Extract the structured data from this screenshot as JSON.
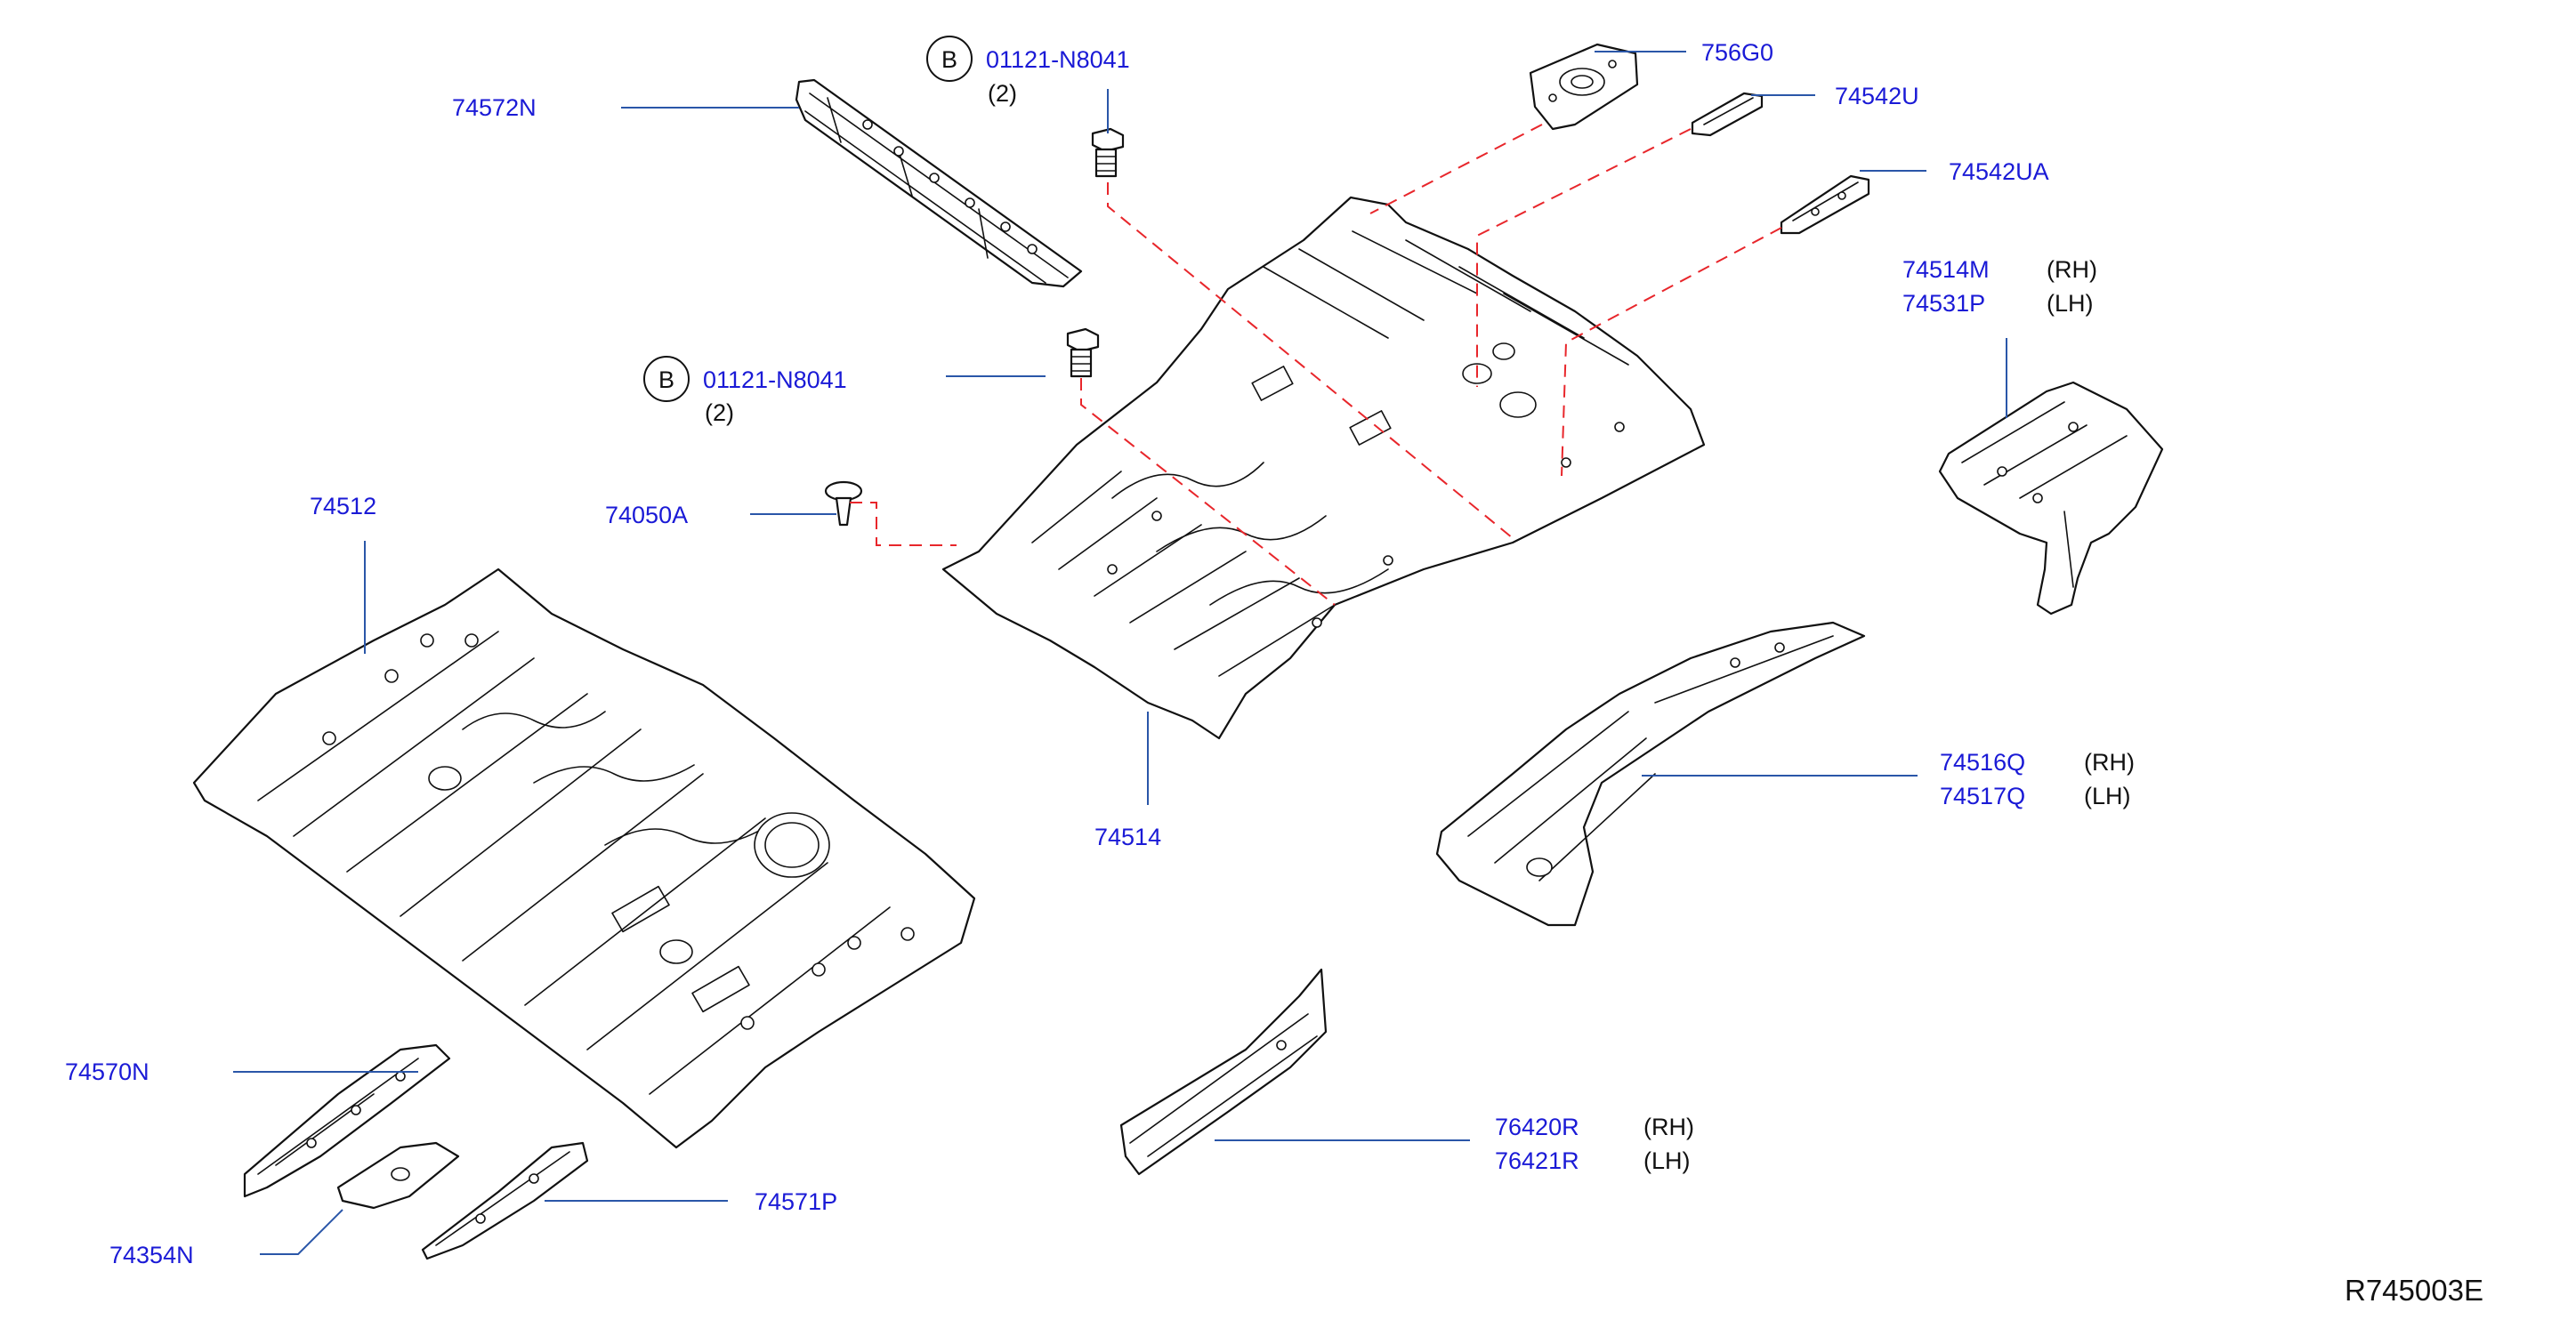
{
  "parts": {
    "p74572N": "74572N",
    "bolt_top": "01121-N8041",
    "bolt_top_qty": "(2)",
    "bolt_mid": "01121-N8041",
    "bolt_mid_qty": "(2)",
    "bolt_symbol": "B",
    "p756G0": "756G0",
    "p74542U": "74542U",
    "p74542UA": "74542UA",
    "p74514M": "74514M",
    "p74514M_side": "(RH)",
    "p74531P": "74531P",
    "p74531P_side": "(LH)",
    "p74512": "74512",
    "p74050A": "74050A",
    "p74514": "74514",
    "p74516Q": "74516Q",
    "p74516Q_side": "(RH)",
    "p74517Q": "74517Q",
    "p74517Q_side": "(LH)",
    "p74570N": "74570N",
    "p74354N": "74354N",
    "p74571P": "74571P",
    "p76420R": "76420R",
    "p76420R_side": "(RH)",
    "p76421R": "76421R",
    "p76421R_side": "(LH)"
  },
  "diagram_ref": "R745003E",
  "colors": {
    "part_number": "#1a1ad6",
    "leader_line": "#2a56a8",
    "dashed_link": "#e8262b",
    "outline": "#111111"
  }
}
